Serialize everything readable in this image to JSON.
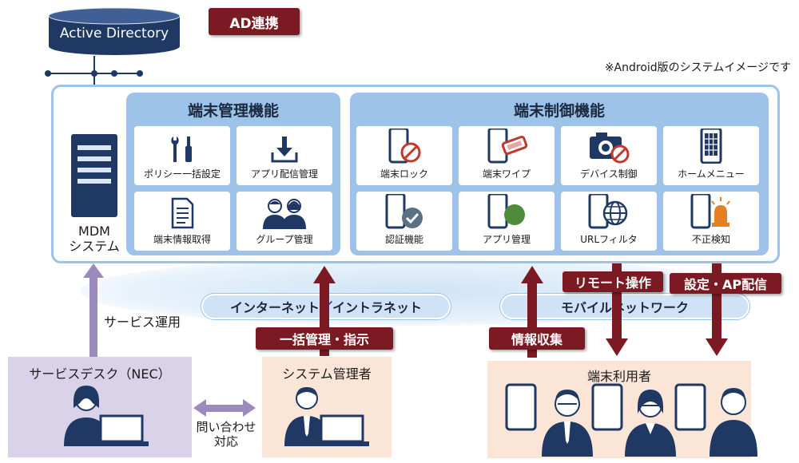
{
  "active_directory": {
    "label": "Active Directory"
  },
  "ad_link": {
    "label": "AD連携"
  },
  "note": "※Android版のシステムイメージです",
  "mdm": {
    "line1": "MDM",
    "line2": "システム"
  },
  "device_management": {
    "title": "端末管理機能",
    "items": [
      "ポリシー一括設定",
      "アプリ配信管理",
      "端末情報取得",
      "グループ管理"
    ]
  },
  "device_control": {
    "title": "端末制御機能",
    "items": [
      "端末ロック",
      "端末ワイプ",
      "デバイス制御",
      "ホームメニュー",
      "認証機能",
      "アプリ管理",
      "URLフィルタ",
      "不正検知"
    ]
  },
  "app_badge": "A P",
  "networks": {
    "internet": "インターネット／イントラネット",
    "mobile": "モバイルネットワーク"
  },
  "arrow_labels": {
    "service_ops": "サービス運用",
    "bulk_manage": "一括管理・指示",
    "info_collect": "情報収集",
    "remote_op": "リモート操作",
    "settings_ap": "設定・AP配信",
    "inquiry_line1": "問い合わせ",
    "inquiry_line2": "対応"
  },
  "parties": {
    "service_desk": "サービスデスク（NEC）",
    "sys_admin": "システム管理者",
    "end_users": "端末利用者"
  },
  "colors": {
    "panel": "#9dc3e8",
    "navy": "#1f3864",
    "dark_red": "#7b1a22",
    "purple": "#9b8bbd",
    "service_box": "#d9d2e9",
    "admin_box": "#fbe5d6"
  },
  "icons": [
    "database-icon",
    "server-icon",
    "tools-icon",
    "download-icon",
    "document-icon",
    "people-icon",
    "phone-block-icon",
    "phone-wipe-icon",
    "camera-block-icon",
    "phone-grid-icon",
    "phone-check-icon",
    "phone-app-icon",
    "phone-globe-icon",
    "phone-alarm-icon",
    "person-laptop-icon",
    "smartphone-icon",
    "user-icon"
  ]
}
